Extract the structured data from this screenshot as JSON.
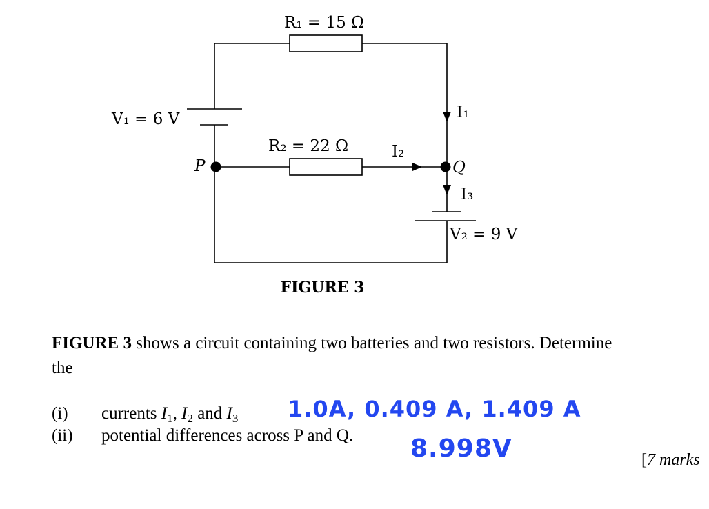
{
  "figure": {
    "caption": "FIGURE 3",
    "labels": {
      "r1": "R₁ = 15 Ω",
      "r2": "R₂ = 22 Ω",
      "v1": "V₁ = 6 V",
      "v2": "V₂ = 9 V",
      "i1": "I₁",
      "i2": "I₂",
      "i3": "I₃",
      "node_p": "P",
      "node_q": "Q"
    }
  },
  "question": {
    "intro_bold": "FIGURE 3",
    "intro_rest": " shows a circuit containing two batteries and two resistors. Determine",
    "intro_line2": "the",
    "items": [
      {
        "num": "(i)",
        "text": "currents ",
        "var1": "I",
        "sub1": "1",
        "sep1": ", ",
        "var2": "I",
        "sub2": "2",
        "sep2": " and ",
        "var3": "I",
        "sub3": "3"
      },
      {
        "num": "(ii)",
        "text": "potential differences across P and Q."
      }
    ],
    "marks_open": "[",
    "marks_text": "7 marks"
  },
  "handwriting": {
    "answer_i": "1.0A, 0.409 A, 1.409 A",
    "answer_ii": "8.998V",
    "color": "#2347f0"
  }
}
